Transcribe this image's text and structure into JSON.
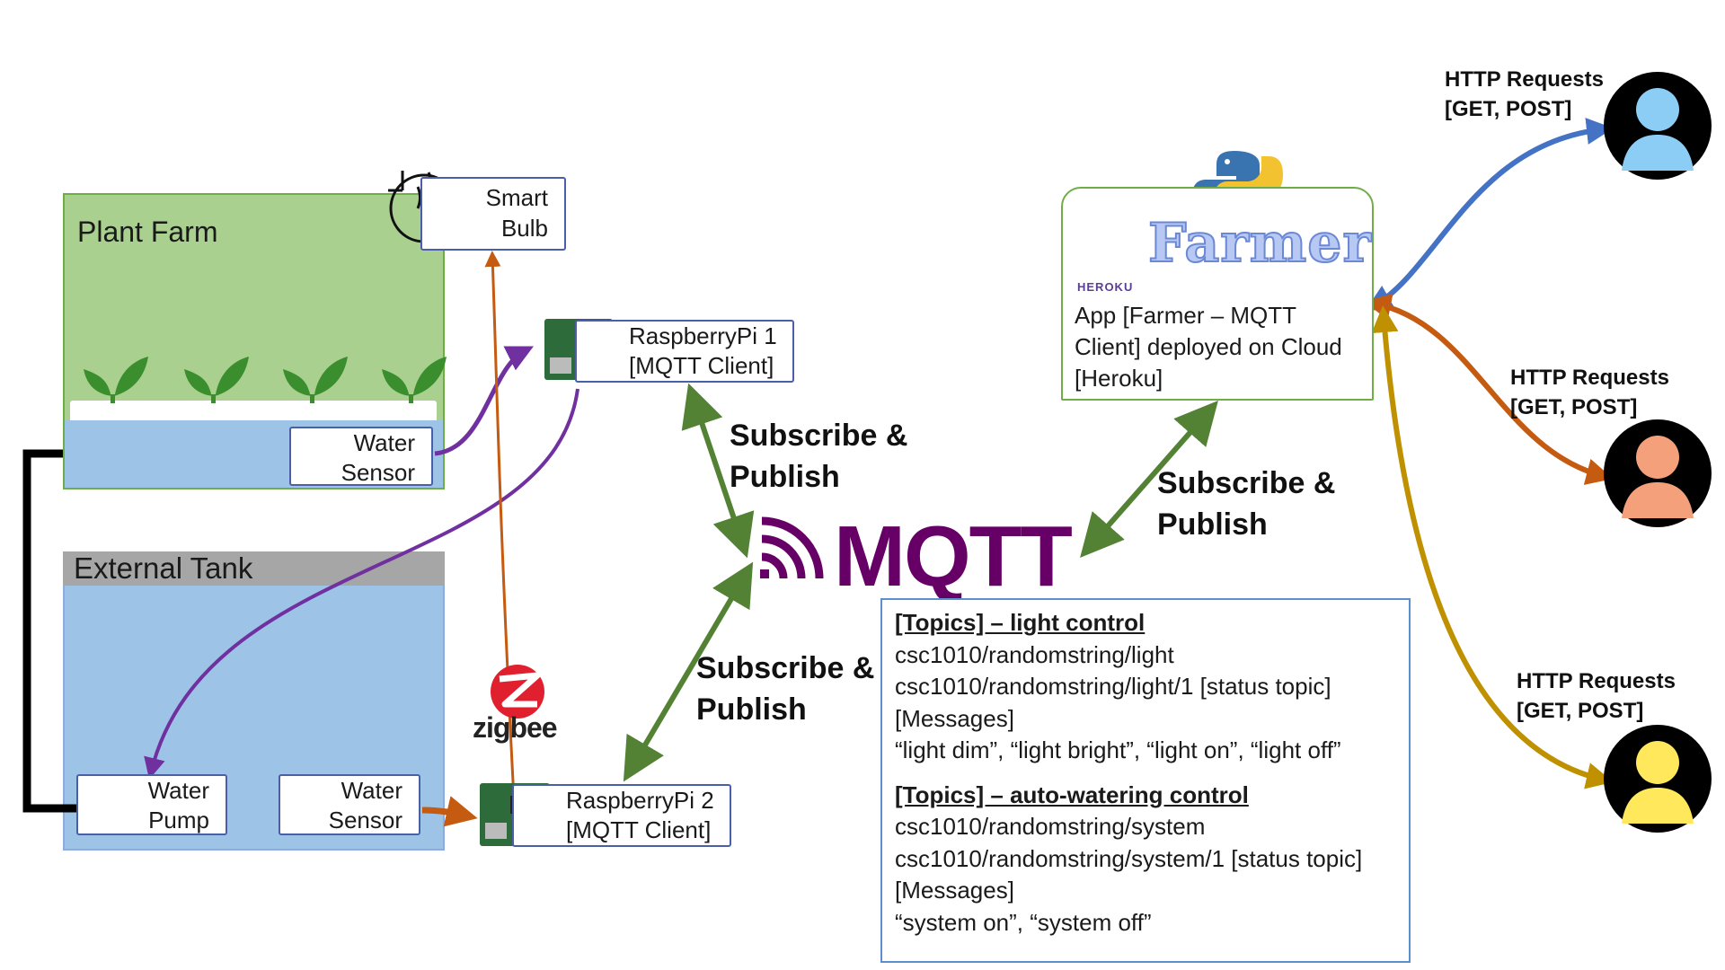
{
  "zones": {
    "plant_farm": {
      "title": "Plant Farm"
    },
    "external_tank": {
      "title": "External Tank"
    }
  },
  "devices": {
    "smart_bulb": {
      "line1": "Smart",
      "line2": "Bulb"
    },
    "farm_sensor": {
      "line1": "Water",
      "line2": "Sensor"
    },
    "tank_pump": {
      "line1": "Water",
      "line2": "Pump"
    },
    "tank_sensor": {
      "line1": "Water",
      "line2": "Sensor"
    },
    "rpi1": {
      "line1": "RaspberryPi 1",
      "line2": "[MQTT Client]"
    },
    "rpi2": {
      "line1": "RaspberryPi 2",
      "line2": "[MQTT Client]"
    }
  },
  "zigbee": {
    "label": "zigbee"
  },
  "mqtt": {
    "label": "MQTT"
  },
  "connections": {
    "rpi1_mqtt": {
      "line1": "Subscribe &",
      "line2": "Publish"
    },
    "rpi2_mqtt": {
      "line1": "Subscribe &",
      "line2": "Publish"
    },
    "mqtt_app": {
      "line1": "Subscribe &",
      "line2": "Publish"
    }
  },
  "app": {
    "heroku_label": "HEROKU",
    "farmer_logo_text": "Farmer",
    "line1": "App [Farmer – MQTT",
    "line2": "Client] deployed on Cloud",
    "line3": "[Heroku]"
  },
  "topics": {
    "light_heading": "[Topics] – light control",
    "light_topic": "csc1010/randomstring/light",
    "light_status_topic": "csc1010/randomstring/light/1 [status topic]",
    "light_messages_heading": "[Messages]",
    "light_messages": "“light dim”, “light bright”, “light on”, “light off”",
    "water_heading": "[Topics] – auto-watering control",
    "water_topic": "csc1010/randomstring/system",
    "water_status_topic": "csc1010/randomstring/system/1 [status topic]",
    "water_messages_heading": "[Messages]",
    "water_messages": "“system on”, “system off”"
  },
  "users": [
    {
      "line1": "HTTP Requests",
      "line2": "[GET, POST]",
      "color": "#8ccdf5"
    },
    {
      "line1": "HTTP Requests",
      "line2": "[GET, POST]",
      "color": "#f4a07a"
    },
    {
      "line1": "HTTP Requests",
      "line2": "[GET, POST]",
      "color": "#ffe85c"
    }
  ],
  "colors": {
    "farm_green": "#a9d08e",
    "water_blue": "#9dc3e6",
    "tank_header": "#a6a6a6",
    "mqtt_purple": "#660066",
    "green_arrow": "#548235",
    "purple_arrow": "#7030a0",
    "orange_arrow": "#c55a11",
    "blue_arrow": "#4472c4",
    "gold_arrow": "#bf9000"
  }
}
